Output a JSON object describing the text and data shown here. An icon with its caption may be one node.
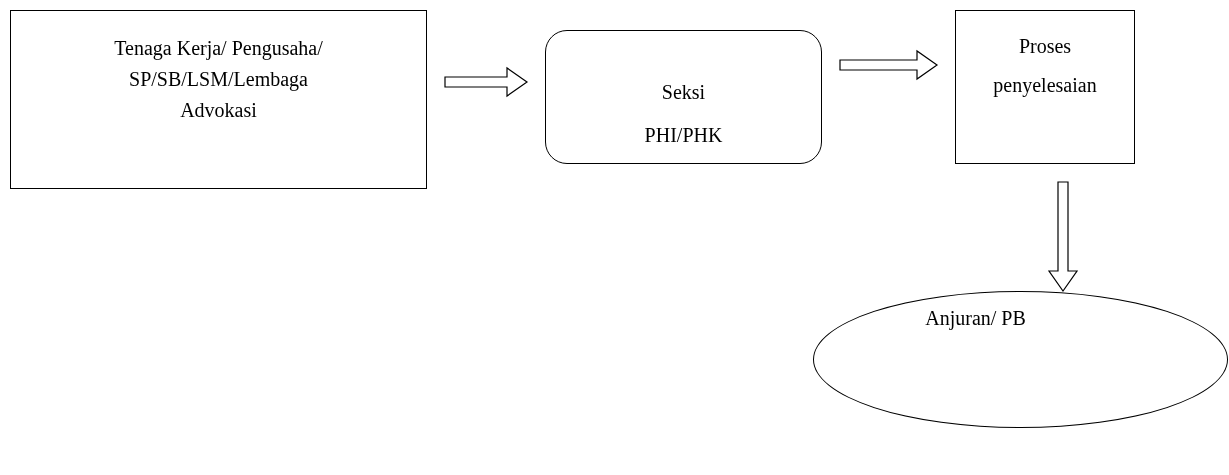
{
  "diagram": {
    "nodes": [
      {
        "text": [
          "Tenaga Kerja/ Pengusaha/ SP/SB/LSM/Lembaga Advokasi"
        ]
      },
      {
        "text": [
          "Seksi PHI/PHK"
        ]
      },
      {
        "text": [
          "Proses penyelesaian"
        ]
      },
      {
        "text": [
          "Anjuran/ PB"
        ]
      }
    ],
    "edges": [
      {
        "from": 0,
        "to": 1,
        "arrow": "to"
      },
      {
        "from": 1,
        "to": 2,
        "arrow": "to"
      },
      {
        "from": 2,
        "to": 3,
        "arrow": "to"
      }
    ]
  }
}
